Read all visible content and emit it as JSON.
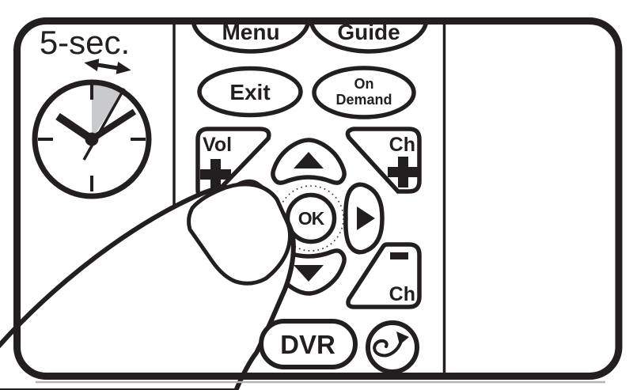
{
  "figure": {
    "description_label": "5-sec.",
    "colors": {
      "ink": "#231f20",
      "wedge_gray": "#c9cacb",
      "background": "#ffffff"
    }
  },
  "clock": {
    "icon": "clock-icon",
    "wedge_icon": "five-second-wedge",
    "arrow_icon": "double-arrow-icon"
  },
  "gesture": {
    "icon": "finger-press-icon",
    "pressed_button": "Vol +"
  },
  "remote": {
    "menu": {
      "label": "Menu"
    },
    "guide": {
      "label": "Guide"
    },
    "exit": {
      "label": "Exit"
    },
    "on_demand": {
      "line1": "On",
      "line2": "Demand"
    },
    "vol_up": {
      "label": "Vol",
      "sign": "+",
      "sign_icon": "plus-icon"
    },
    "ch_up": {
      "label": "Ch",
      "sign": "+",
      "sign_icon": "plus-icon"
    },
    "ch_down": {
      "label": "Ch",
      "sign": "-",
      "sign_icon": "minus-icon"
    },
    "ok": {
      "label": "OK"
    },
    "dvr": {
      "label": "DVR"
    },
    "nav_up": {
      "icon": "triangle-up-icon"
    },
    "nav_down": {
      "icon": "triangle-down-icon"
    },
    "nav_right": {
      "icon": "triangle-right-icon"
    },
    "last": {
      "icon": "curved-arrow-icon"
    }
  }
}
